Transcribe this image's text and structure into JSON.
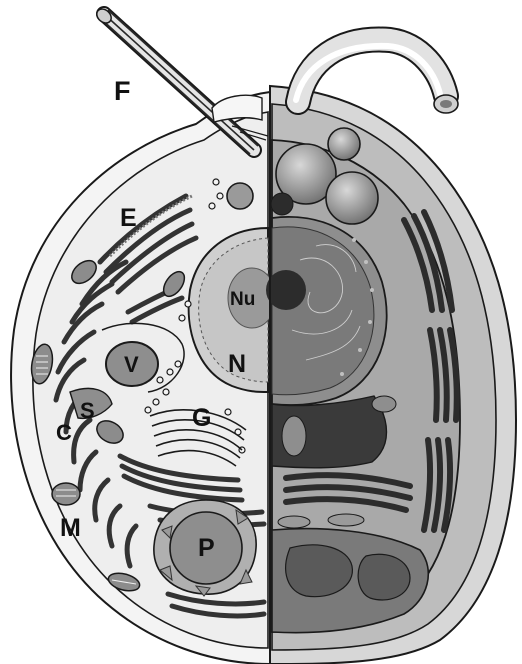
{
  "labels": {
    "flagellum": "F",
    "endoplasmic_reticulum": "E",
    "nucleolus": "Nu",
    "nucleus": "N",
    "vacuole": "V",
    "golgi": "G",
    "cortical_s": "S",
    "cortical_c": "C",
    "mitochondrion": "M",
    "plastid": "P"
  },
  "colors": {
    "outline": "#1a1a1a",
    "cytoplasm": "#f2f2f2",
    "nucleus": "#d0d0d0",
    "nucleolus": "#9a9a9a",
    "organelle_dark": "#3a3a3a",
    "organelle_mid": "#8c8c8c",
    "render_dark": "#2c2c2c",
    "render_mid": "#7a7a7a"
  }
}
